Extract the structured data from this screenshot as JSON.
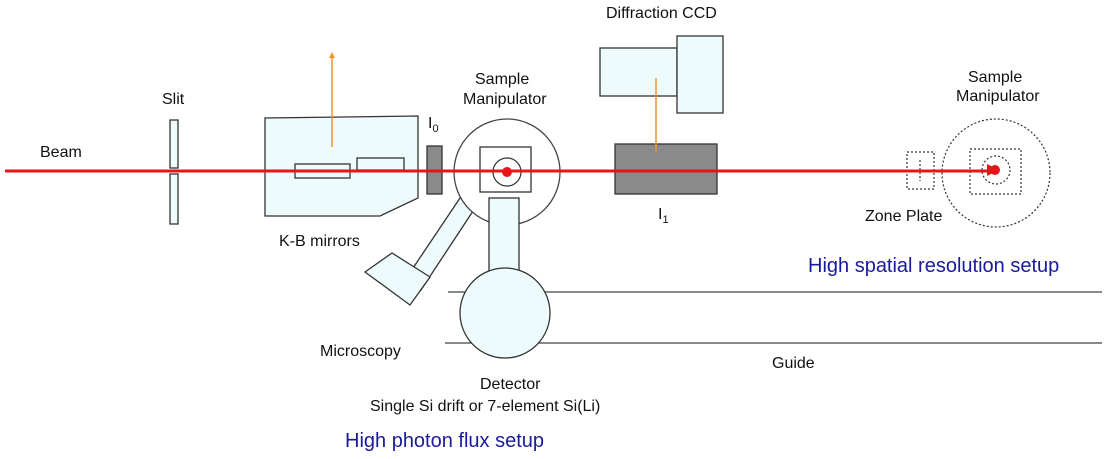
{
  "labels": {
    "beam": "Beam",
    "slit": "Slit",
    "kb_mirrors": "K-B mirrors",
    "i0": "I",
    "i0_sub": "0",
    "sample_manipulator_1a": "Sample",
    "sample_manipulator_1b": "Manipulator",
    "diffraction_ccd": "Diffraction CCD",
    "i1": "I",
    "i1_sub": "1",
    "sample_manipulator_2a": "Sample",
    "sample_manipulator_2b": "Manipulator",
    "zone_plate": "Zone Plate",
    "microscopy": "Microscopy",
    "detector": "Detector",
    "detector_desc": "Single Si drift  or 7-element Si(Li)",
    "guide": "Guide"
  },
  "setups": {
    "high_spatial": "High spatial resolution setup",
    "high_flux": "High photon flux setup"
  },
  "colors": {
    "beam": "#e8141a",
    "arrow": "#f0922e",
    "setup_text": "#1a1a9c",
    "component_fill": "#eefbfc",
    "ion_chamber_fill": "#8a8a8a"
  }
}
